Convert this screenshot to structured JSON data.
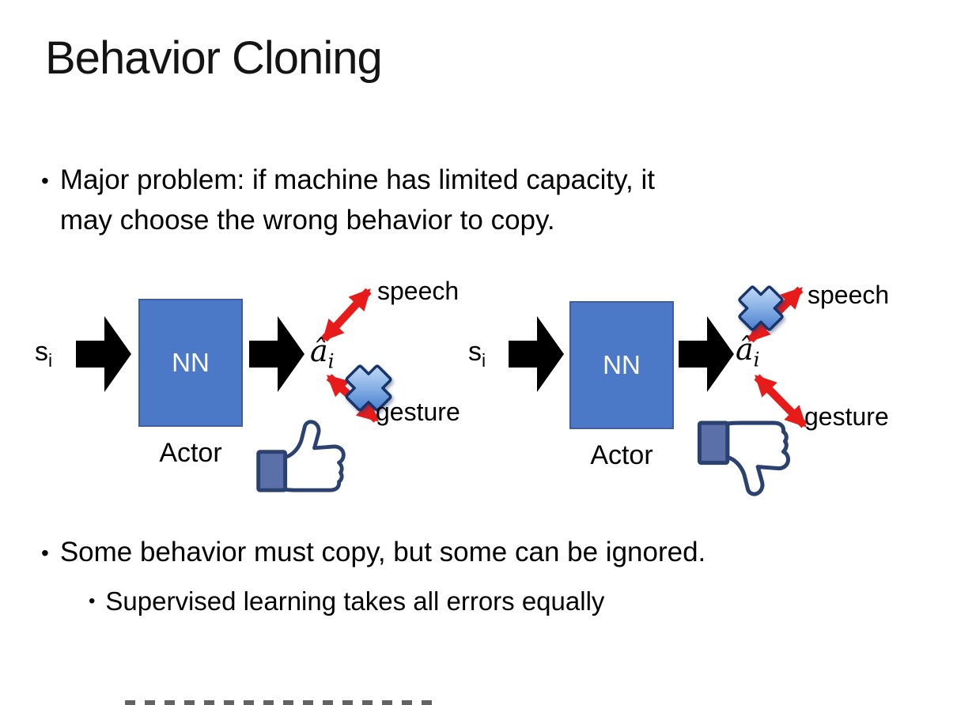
{
  "slide_title": "Behavior Cloning",
  "bullets": {
    "marker": "•",
    "major_problem": "Major problem: if machine has limited capacity, it\nmay choose the wrong behavior to copy.",
    "some_behavior": "Some behavior must copy, but some can be ignored.",
    "supervised": "Supervised learning takes all errors equally"
  },
  "diagram": {
    "state_label": "s",
    "state_sub": "i",
    "nn_label": "NN",
    "actor_label": "Actor",
    "action_label": "â",
    "action_sub": "i",
    "speech_label": "speech",
    "gesture_label": "gesture",
    "left_feedback_icon": "thumbs-up-icon",
    "right_feedback_icon": "thumbs-down-icon"
  },
  "colors": {
    "background": "#ffffff",
    "text": "#000000",
    "nn_box_fill": "#4b79c8",
    "nn_box_border": "#3f5e9e",
    "nn_text": "#ffffff",
    "block_arrow": "#000000",
    "red_arrow": "#e81b1b",
    "cross_light": "#d9e9fb",
    "cross_mid": "#8fb6e8",
    "cross_dark": "#2f6bc4",
    "cross_outline": "#17356b",
    "thumb_outline": "#2b4170",
    "thumb_cuff": "#5b6fa8",
    "thumb_fill": "#ffffff"
  }
}
